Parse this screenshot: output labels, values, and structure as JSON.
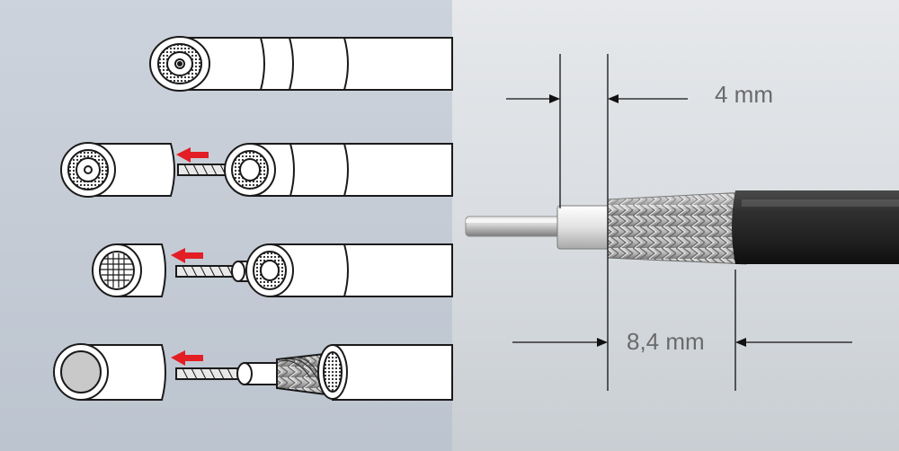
{
  "colors": {
    "left_bg": "#c5ccd6",
    "right_bg": "#d2d7dc",
    "arrow_red": "#e31e24",
    "outline": "#1a1a1a",
    "jacket": "#2b2b2b",
    "label_gray": "#6a6a6a"
  },
  "steps": [
    {
      "id": 1,
      "arrow": false
    },
    {
      "id": 2,
      "arrow": true
    },
    {
      "id": 3,
      "arrow": true
    },
    {
      "id": 4,
      "arrow": true
    }
  ],
  "dimensions": {
    "top": {
      "text": "4 mm"
    },
    "bottom": {
      "text": "8,4 mm"
    }
  }
}
